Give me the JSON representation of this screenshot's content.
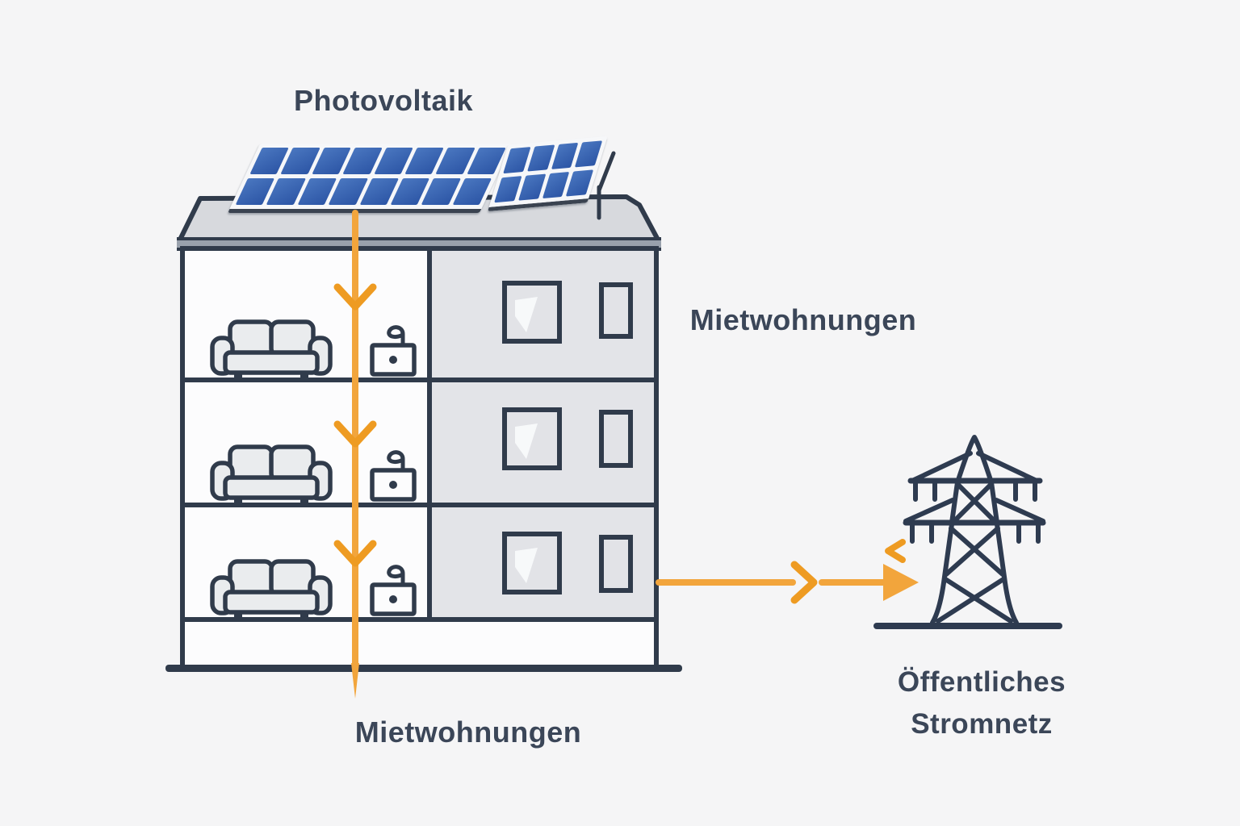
{
  "labels": {
    "photovoltaik": "Photovoltaik",
    "mietwohnungen_right": "Mietwohnungen",
    "mietwohnungen_bottom": "Mietwohnungen",
    "public_grid_line1": "Öffentliches",
    "public_grid_line2": "Stromnetz"
  },
  "colors": {
    "background": "#F5F5F6",
    "outline": "#303B4B",
    "text": "#3B4658",
    "accent_orange": "#F2A53C",
    "accent_orange_deep": "#EE9B22",
    "panel_blue": "#2C55A5",
    "panel_frame": "#F6F7F9",
    "roof_gray": "#D7D9DD",
    "fascia_gray": "#99A1AC",
    "facade_gray": "#E3E4E8",
    "interior_white": "#FCFCFD",
    "icon_fill": "#EAECEE",
    "pylon": "#2E3B50"
  },
  "solar": {
    "rows": 2,
    "left_columns": 8,
    "right_columns": 4
  },
  "building": {
    "floors": 3
  },
  "icons": [
    "solar-panel-array",
    "sofa-icon",
    "electric-meter-icon",
    "power-pylon-icon",
    "flow-arrow-down",
    "flow-arrow-right"
  ]
}
